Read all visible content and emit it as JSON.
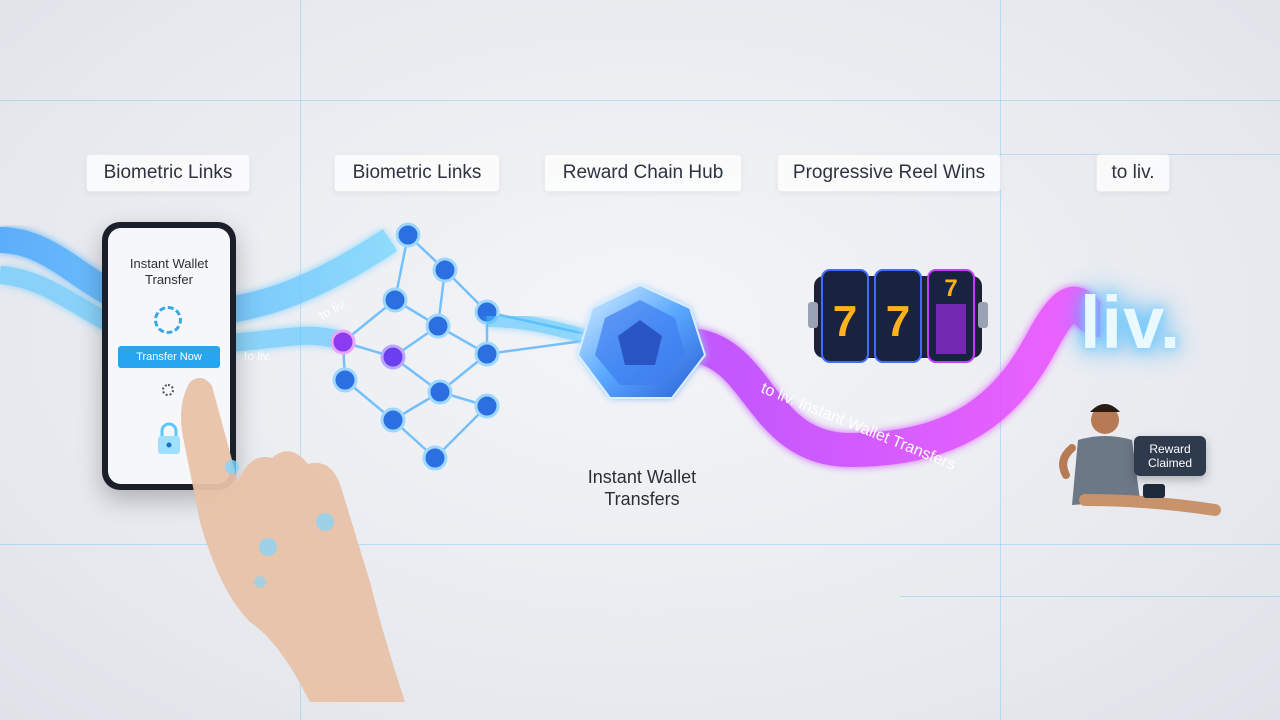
{
  "stage_labels": {
    "stage1": "Biometric Links",
    "stage2": "Biometric Links",
    "stage3": "Reward Chain Hub",
    "stage4": "Progressive Reel Wins",
    "stage5": "to liv."
  },
  "phone": {
    "title": "Instant Wallet Transfer",
    "button_label": "Transfer Now"
  },
  "stream_labels": {
    "left_top": "to liv.",
    "left_bottom": "to liv.",
    "magenta": "to liv. Instant Wallet Transfers"
  },
  "hub_caption": "Instant Wallet Transfers",
  "slot_reels": [
    "7",
    "7",
    "7"
  ],
  "logo_text": "liv.",
  "reward_badge": "Reward Claimed",
  "colors": {
    "blue_stream": "#3fb8ff",
    "magenta_stream": "#e44dff",
    "network_node": "#2b6fe0",
    "accent_purple": "#8b3bf0"
  }
}
